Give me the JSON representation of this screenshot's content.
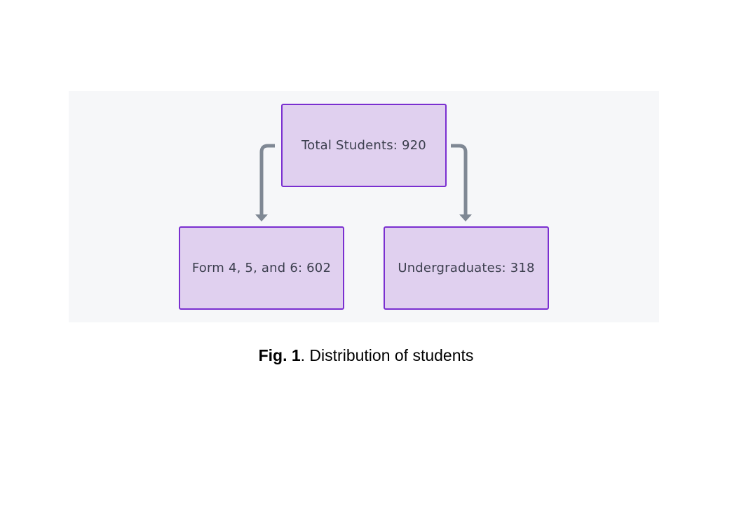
{
  "diagram": {
    "root": {
      "label": "Total Students: 920"
    },
    "children": [
      {
        "label": "Form 4, 5, and 6: 602"
      },
      {
        "label": "Undergraduates: 318"
      }
    ]
  },
  "caption": {
    "label": "Fig. 1",
    "text": ". Distribution of students"
  },
  "colors": {
    "panel_background": "#f6f7f9",
    "node_fill": "#e0d0ef",
    "node_border": "#7a2fd0",
    "connector": "#7f8894",
    "node_text": "#3c3f4e"
  }
}
